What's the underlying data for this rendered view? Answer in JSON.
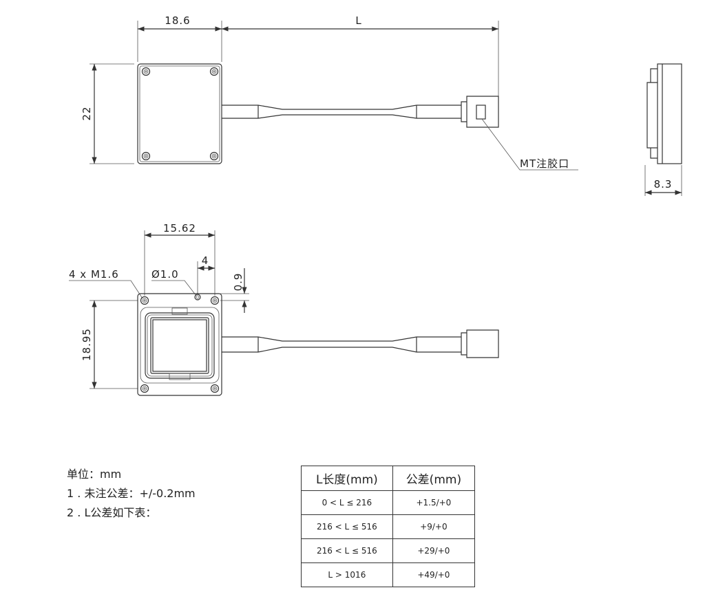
{
  "top_view": {
    "width_dim": "18.6",
    "length_dim": "L",
    "height_dim": "22",
    "label": "MT注胶口"
  },
  "side_view": {
    "thickness_dim": "8.3"
  },
  "bottom_view": {
    "span_dim": "15.62",
    "offset_dim": "4",
    "hole_label": "Ø1.0",
    "screw_label": "4 x M1.6",
    "gap_dim": "0.9",
    "height_dim": "18.95"
  },
  "notes": [
    "单位：mm",
    "1 . 未注公差：+/-0.2mm",
    "2 . L公差如下表："
  ],
  "table": {
    "headers": [
      "L长度(mm)",
      "公差(mm)"
    ],
    "rows": [
      [
        "0 < L ≤ 216",
        "+1.5/+0"
      ],
      [
        "216 < L ≤ 516",
        "+9/+0"
      ],
      [
        "216 < L ≤ 516",
        "+29/+0"
      ],
      [
        "L > 1016",
        "+49/+0"
      ]
    ]
  }
}
